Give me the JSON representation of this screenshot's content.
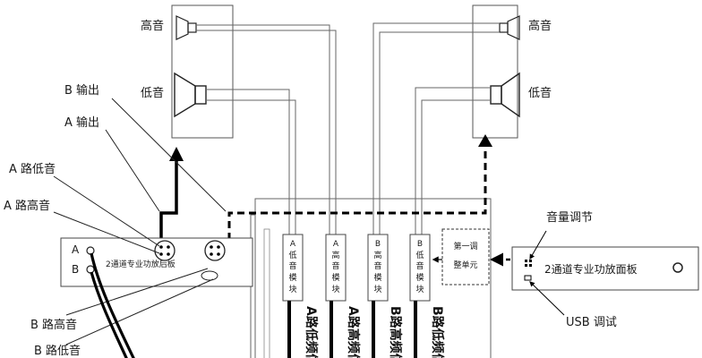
{
  "labels": {
    "tweeter_left": "高音",
    "woofer_left": "低音",
    "tweeter_right": "高音",
    "woofer_right": "低音",
    "b_output": "B 输出",
    "a_output": "A 输出",
    "a_bass": "A 路低音",
    "a_treble": "A 路高音",
    "b_treble": "B 路高音",
    "b_bass": "B 路低音",
    "port_a": "A",
    "port_b": "B",
    "rear_panel": "2通道专业功放后板",
    "front_panel": "2通道专业功放面板",
    "volume": "音量调节",
    "usb": "USB 调试",
    "adjust_unit_line1": "第一调",
    "adjust_unit_line2": "整单元"
  },
  "modules": [
    {
      "letter": "A",
      "line1": "低",
      "line2": "音",
      "line3": "模",
      "line4": "块",
      "signal": "A路低频信"
    },
    {
      "letter": "A",
      "line1": "高",
      "line2": "音",
      "line3": "模",
      "line4": "块",
      "signal": "A路高频信"
    },
    {
      "letter": "B",
      "line1": "高",
      "line2": "音",
      "line3": "模",
      "line4": "块",
      "signal": "B路高频信"
    },
    {
      "letter": "B",
      "line1": "低",
      "line2": "音",
      "line3": "模",
      "line4": "块",
      "signal": "B路低频信"
    }
  ]
}
